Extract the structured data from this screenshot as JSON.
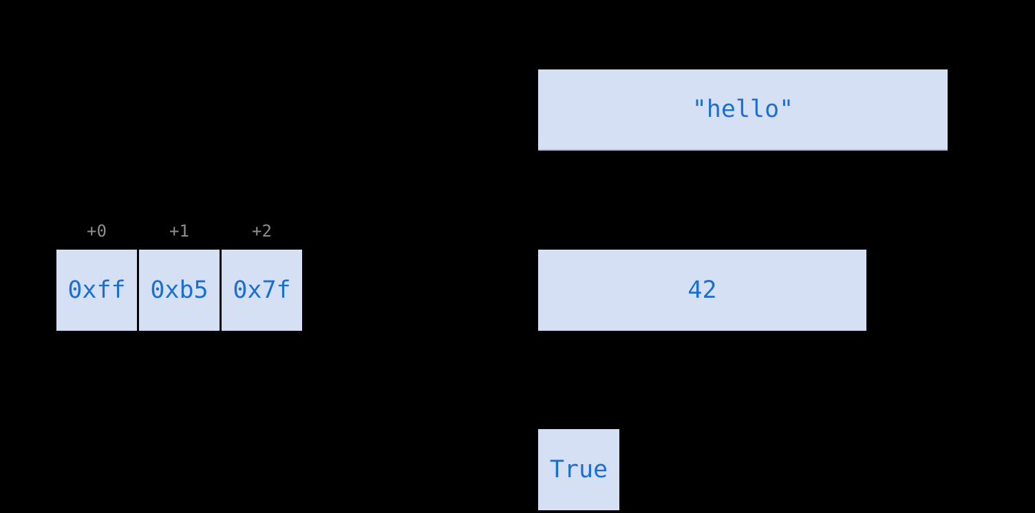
{
  "colors": {
    "background": "#000000",
    "box_fill": "#d6e0f4",
    "box_bottom_border": "#b2bfd9",
    "value_text": "#1a6fd4",
    "offset_label_text": "#8e8e8e"
  },
  "memory_strip": {
    "offsets": [
      "+0",
      "+1",
      "+2"
    ],
    "bytes": [
      "0xff",
      "0xb5",
      "0x7f"
    ]
  },
  "value_boxes": {
    "string": "\"hello\"",
    "integer": "42",
    "boolean": "True"
  }
}
